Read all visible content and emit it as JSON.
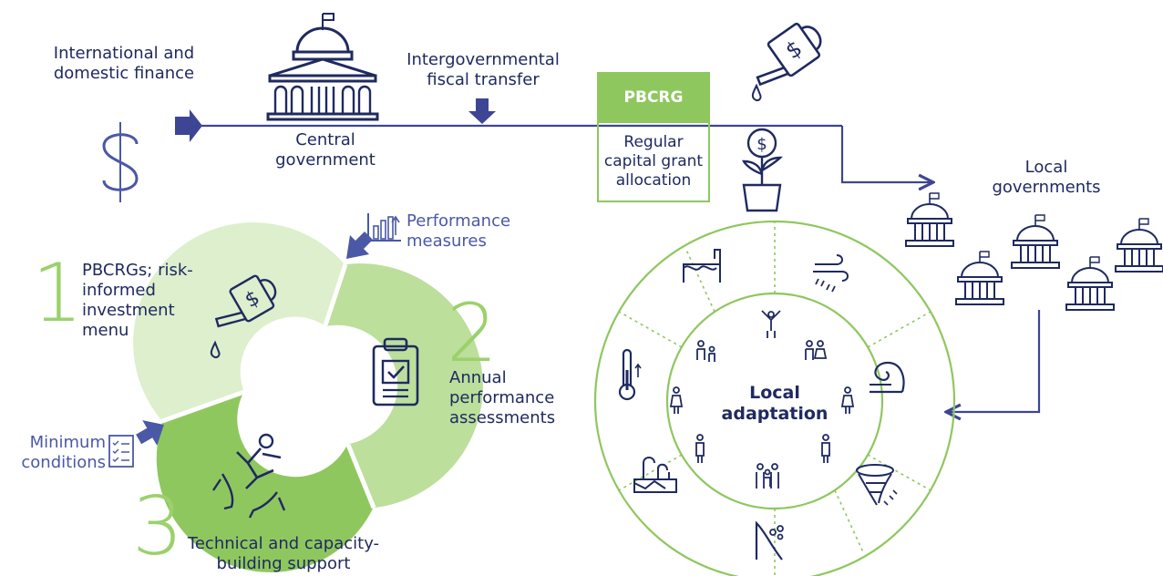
{
  "labels": {
    "finance": "International and domestic finance",
    "central_gov": "Central government",
    "transfer": "Intergovernmental fiscal transfer",
    "pbcrg_title": "PBCRG",
    "pbcrg_body": "Regular capital grant allocation",
    "local_govs": "Local governments",
    "step1": "PBCRGs; risk-informed investment menu",
    "step2": "Annual performance assessments",
    "step3": "Technical and capacity-building support",
    "perf_measures": "Performance measures",
    "min_conditions": "Minimum conditions",
    "local_adaptation": "Local adaptation"
  },
  "numbers": {
    "one": "1",
    "two": "2",
    "three": "3"
  },
  "colors": {
    "navy": "#1f2a60",
    "arrow_blue": "#3d4594",
    "green_dark": "#8fc75f",
    "green_mid": "#bcdf9c",
    "green_light": "#ddefcc",
    "label_blue": "#4b58a6"
  },
  "icons": [
    "dollar-icon",
    "government-building-icon",
    "watering-can-icon",
    "money-plant-icon",
    "local-government-building-icon",
    "clipboard-icon",
    "helping-hands-icon",
    "chart-icon",
    "checklist-icon",
    "flood-icon",
    "wind-rain-icon",
    "wave-icon",
    "tornado-icon",
    "landslide-icon",
    "drought-icon",
    "thermometer-icon",
    "people-icon"
  ]
}
